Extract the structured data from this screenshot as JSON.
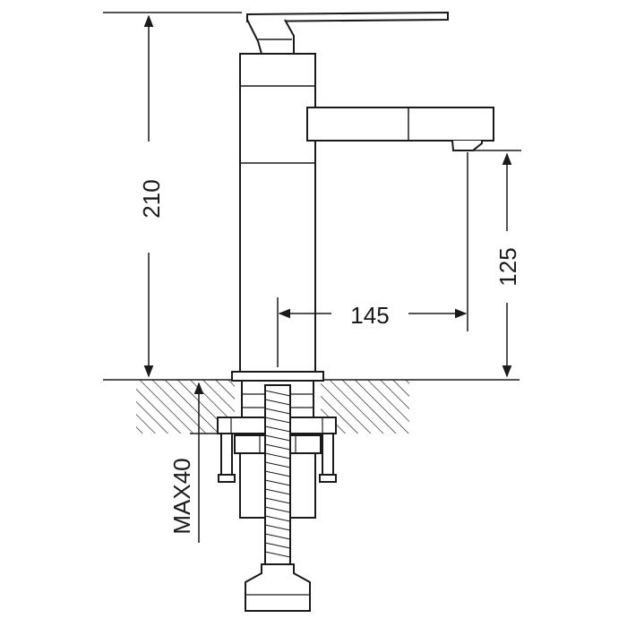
{
  "dimensions": {
    "height_total": "210",
    "spout_height": "125",
    "spout_reach": "145",
    "max_deck_thickness": "MAX40"
  },
  "colors": {
    "line": "#1a1a1a",
    "background": "#ffffff"
  }
}
